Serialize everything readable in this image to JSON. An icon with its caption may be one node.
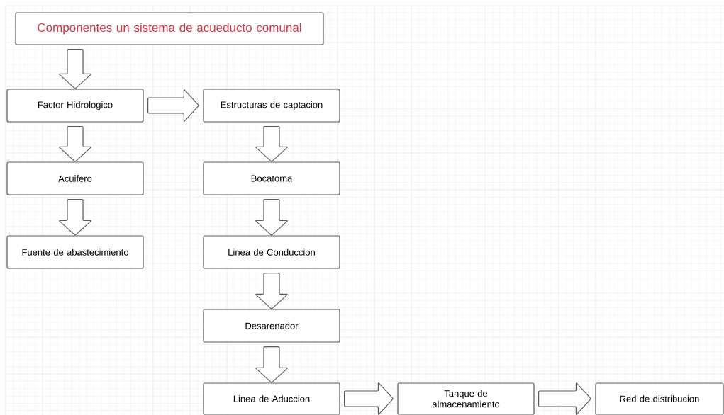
{
  "diagram": {
    "nodes": [
      {
        "text": [
          "Componentes un sistema de acueducto comunal"
        ]
      },
      {
        "text": [
          "Factor Hidrologico"
        ]
      },
      {
        "text": [
          "Estructuras de captacion"
        ]
      },
      {
        "text": [
          "Acuifero"
        ]
      },
      {
        "text": [
          "Bocatoma"
        ]
      },
      {
        "text": [
          "Fuente de abastecimiento"
        ]
      },
      {
        "text": [
          "Linea de Conduccion"
        ]
      },
      {
        "text": [
          "Desarenador"
        ]
      },
      {
        "text": [
          "Linea de Aduccion"
        ]
      },
      {
        "text": [
          "Tanque de almacenamiento"
        ]
      },
      {
        "text": [
          "Red de distribucion"
        ]
      }
    ],
    "edges": [
      {
        "from": 0,
        "to": 1,
        "arrow": "to"
      },
      {
        "from": 1,
        "to": 2,
        "arrow": "to"
      },
      {
        "from": 1,
        "to": 3,
        "arrow": "to"
      },
      {
        "from": 2,
        "to": 4,
        "arrow": "to"
      },
      {
        "from": 3,
        "to": 5,
        "arrow": "to"
      },
      {
        "from": 4,
        "to": 6,
        "arrow": "to"
      },
      {
        "from": 6,
        "to": 7,
        "arrow": "to"
      },
      {
        "from": 7,
        "to": 8,
        "arrow": "to"
      },
      {
        "from": 8,
        "to": 9,
        "arrow": "to"
      },
      {
        "from": 9,
        "to": 10,
        "arrow": "to"
      }
    ]
  }
}
